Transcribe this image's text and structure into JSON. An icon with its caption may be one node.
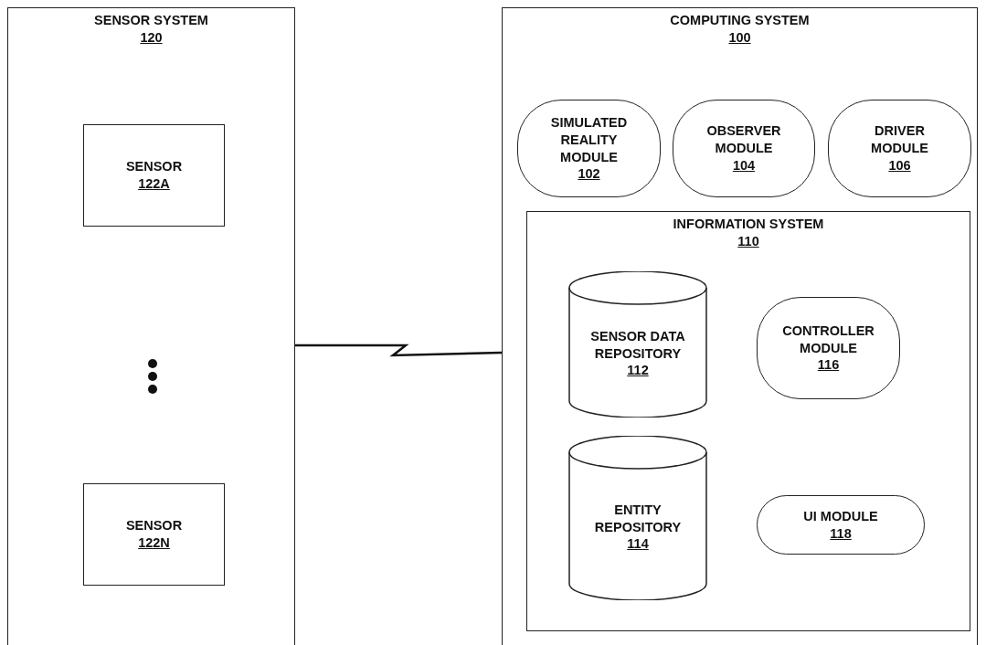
{
  "diagram": {
    "nodes": [
      {
        "text": [
          "SENSOR SYSTEM",
          "120"
        ]
      },
      {
        "text": [
          "SENSOR",
          "122A"
        ],
        "in": 0
      },
      {
        "text": [
          "SENSOR",
          "122N"
        ],
        "in": 0
      },
      {
        "text": [
          "COMPUTING SYSTEM",
          "100"
        ]
      },
      {
        "text": [
          "SIMULATED REALITY MODULE",
          "102"
        ],
        "in": 3
      },
      {
        "text": [
          "OBSERVER MODULE",
          "104"
        ],
        "in": 3
      },
      {
        "text": [
          "DRIVER MODULE",
          "106"
        ],
        "in": 3
      },
      {
        "text": [
          "INFORMATION SYSTEM",
          "110"
        ],
        "in": 3
      },
      {
        "text": [
          "SENSOR DATA REPOSITORY",
          "112"
        ],
        "in": 7
      },
      {
        "text": [
          "CONTROLLER MODULE",
          "116"
        ],
        "in": 7
      },
      {
        "text": [
          "ENTITY REPOSITORY",
          "114"
        ],
        "in": 7
      },
      {
        "text": [
          "UI MODULE",
          "118"
        ],
        "in": 7
      }
    ],
    "edges": [
      {
        "from": 0,
        "to": 3,
        "arrow": "none"
      }
    ]
  }
}
